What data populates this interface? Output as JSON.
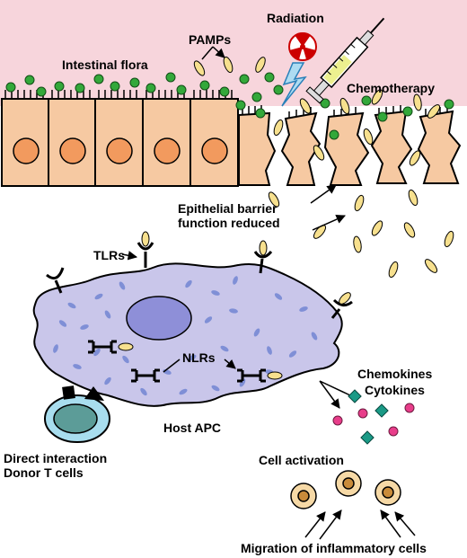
{
  "labels": {
    "intestinal_flora": "Intestinal flora",
    "pamps": "PAMPs",
    "radiation": "Radiation",
    "chemotherapy": "Chemotherapy",
    "barrier_line1": "Epithelial barrier",
    "barrier_line2": "function reduced",
    "tlrs": "TLRs",
    "nlrs": "NLRs",
    "chemokines": "Chemokines",
    "cytokines": "Cytokines",
    "host_apc": "Host APC",
    "direct_interaction": "Direct interaction",
    "donor_t_cells": "Donor T cells",
    "cell_activation": "Cell activation",
    "migration": "Migration of inflammatory cells"
  },
  "colors": {
    "lumen": "#f7d5dc",
    "epithelium": "#f6c9a2",
    "nucleus": "#f29a5e",
    "flora": "#33a83a",
    "pamp": "#f7e08e",
    "apc": "#c9c6ea",
    "apc_nucleus": "#8e8fd8",
    "granule": "#7f8fd6",
    "t_cell_ring": "#a8ddee",
    "t_cell_nucleus": "#5c9c98",
    "chemokine": "#1a9a86",
    "cytokine": "#e83d8a",
    "inflammatory_cell": "#f6d9a6",
    "inflammatory_nucleus": "#c98b3a"
  },
  "icons": [
    "radiation-hazard-icon",
    "syringe-icon",
    "lightning-icon"
  ]
}
